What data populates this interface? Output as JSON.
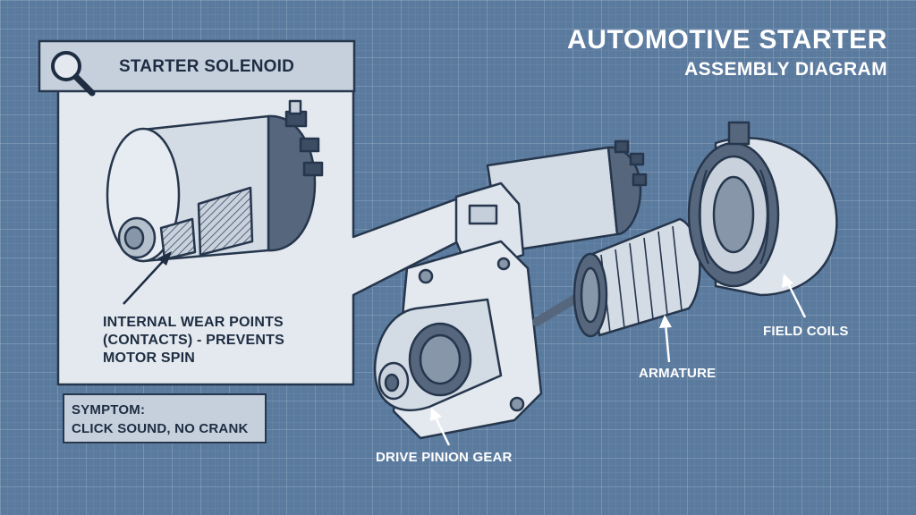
{
  "title": {
    "line1": "AUTOMOTIVE STARTER",
    "line2": "ASSEMBLY DIAGRAM"
  },
  "callout": {
    "heading": "STARTER SOLENOID",
    "icon": "magnifier-icon",
    "wear_note_line1": "INTERNAL WEAR POINTS",
    "wear_note_line2": "(CONTACTS) - PREVENTS",
    "wear_note_line3": "MOTOR SPIN"
  },
  "symptom": {
    "label": "SYMPTOM:",
    "text": "CLICK SOUND, NO CRANK"
  },
  "labels": {
    "field_coils": "FIELD COILS",
    "armature": "ARMATURE",
    "drive_pinion_gear": "DRIVE PINION GEAR"
  },
  "colors": {
    "background": "#5a7a9e",
    "panel": "#c6d0dc",
    "outline": "#26364c",
    "part_light": "#dde4ec",
    "part_dark": "#3c4d63",
    "label_text": "#ffffff"
  }
}
